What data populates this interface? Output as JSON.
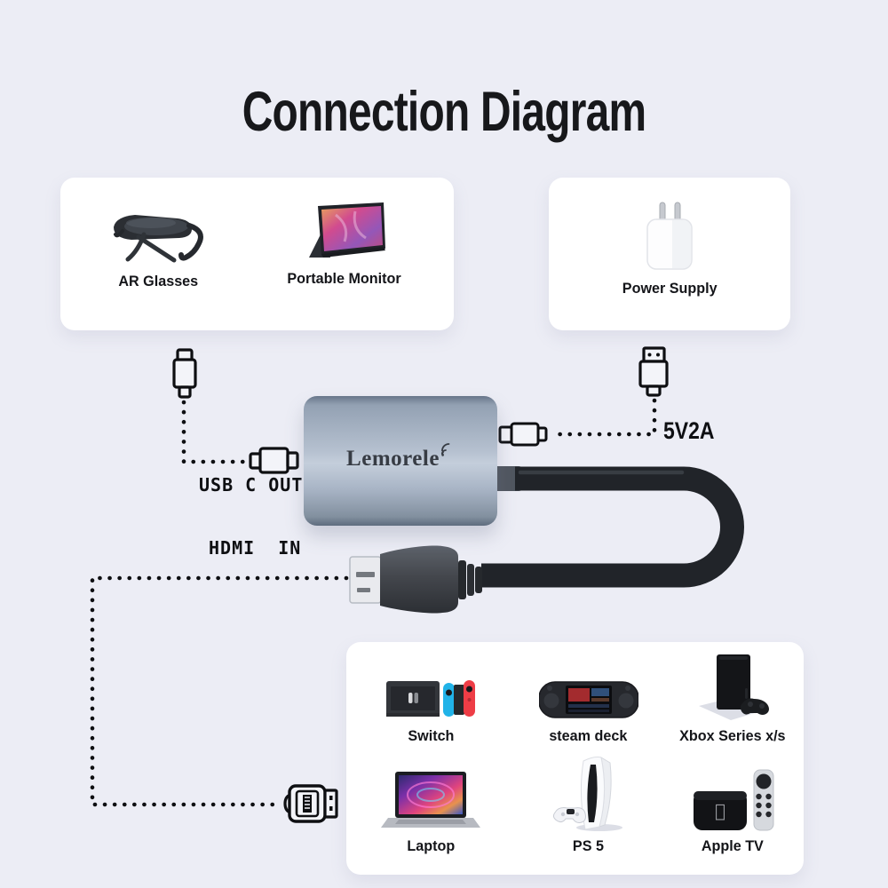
{
  "title": "Connection Diagram",
  "colors": {
    "background": "#ecedf5",
    "card": "#ffffff",
    "text": "#17181b",
    "line": "#0e0f12",
    "adapter_body": "#b5c0cf",
    "adapter_logo": "#373c44",
    "joycon_blue": "#21b3e8",
    "joycon_red": "#ee3d46"
  },
  "output_card": {
    "items": [
      {
        "label": "AR Glasses"
      },
      {
        "label": "Portable Monitor"
      }
    ]
  },
  "power_card": {
    "items": [
      {
        "label": "Power Supply"
      }
    ]
  },
  "adapter": {
    "brand": "Lemorele"
  },
  "connection_labels": {
    "usb_c_out": "USB C OUT",
    "power_spec": "5V2A",
    "hdmi_in": "HDMI  IN"
  },
  "source_card": {
    "items": [
      {
        "label": "Switch"
      },
      {
        "label": "steam deck"
      },
      {
        "label": "Xbox Series x/s"
      },
      {
        "label": "Laptop"
      },
      {
        "label": "PS 5"
      },
      {
        "label": "Apple TV"
      }
    ]
  },
  "icons": {
    "apple_logo": ""
  }
}
